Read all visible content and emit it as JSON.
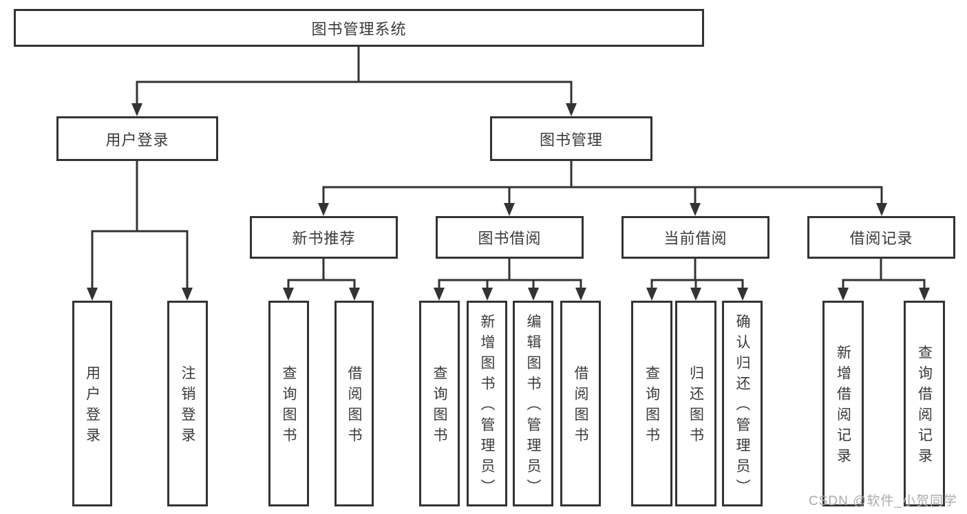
{
  "diagram": {
    "root": {
      "label": "图书管理系统"
    },
    "branches": [
      {
        "label": "用户登录",
        "children": [
          {
            "label": "用户登录"
          },
          {
            "label": "注销登录"
          }
        ]
      },
      {
        "label": "图书管理",
        "children": [
          {
            "label": "新书推荐",
            "children": [
              {
                "label": "查询图书"
              },
              {
                "label": "借阅图书"
              }
            ]
          },
          {
            "label": "图书借阅",
            "children": [
              {
                "label": "查询图书"
              },
              {
                "label": "新增图书（管理员）"
              },
              {
                "label": "编辑图书（管理员）"
              },
              {
                "label": "借阅图书"
              }
            ]
          },
          {
            "label": "当前借阅",
            "children": [
              {
                "label": "查询图书"
              },
              {
                "label": "归还图书"
              },
              {
                "label": "确认归还（管理员）"
              }
            ]
          },
          {
            "label": "借阅记录",
            "children": [
              {
                "label": "新增借阅记录"
              },
              {
                "label": "查询借阅记录"
              }
            ]
          }
        ]
      }
    ]
  },
  "watermark": {
    "text": "CSDN @软件_小贺同学"
  },
  "colors": {
    "line": "#333333",
    "text": "#3a3a3a",
    "watermark": "#aaaaaa",
    "background": "#ffffff"
  }
}
